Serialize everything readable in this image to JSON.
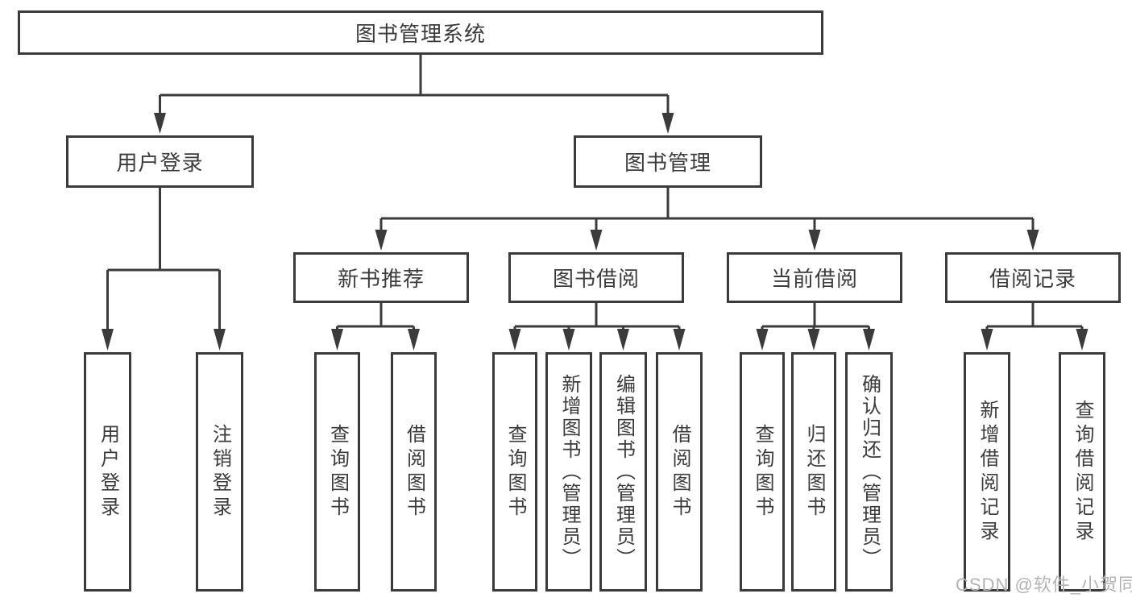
{
  "colors": {
    "line": "#3b3b3b",
    "text": "#3b3b3b",
    "box_background": "#ffffff",
    "watermark": "#b3b3b3"
  },
  "root": {
    "label": "图书管理系统"
  },
  "level2": {
    "user_login": {
      "label": "用户登录"
    },
    "book_mgmt": {
      "label": "图书管理"
    }
  },
  "level3": {
    "new_book_rec": {
      "label": "新书推荐"
    },
    "book_borrow": {
      "label": "图书借阅"
    },
    "current_borrow": {
      "label": "当前借阅"
    },
    "borrow_records": {
      "label": "借阅记录"
    }
  },
  "leaves": {
    "user_login": {
      "label": "用户登录"
    },
    "logout": {
      "label": "注销登录"
    },
    "rec_query_book": {
      "label": "查询图书"
    },
    "rec_borrow_book": {
      "label": "借阅图书"
    },
    "bor_query_book": {
      "label": "查询图书"
    },
    "bor_add_book_admin": {
      "label": "新增图书（管理员）"
    },
    "bor_edit_book_admin": {
      "label": "编辑图书（管理员）"
    },
    "bor_borrow_book": {
      "label": "借阅图书"
    },
    "cur_query_book": {
      "label": "查询图书"
    },
    "cur_return_book": {
      "label": "归还图书"
    },
    "cur_confirm_return_admin": {
      "label": "确认归还（管理员）"
    },
    "log_add_record": {
      "label": "新增借阅记录"
    },
    "log_query_record": {
      "label": "查询借阅记录"
    }
  },
  "watermark": {
    "text": "CSDN @软件_小贺同学"
  }
}
